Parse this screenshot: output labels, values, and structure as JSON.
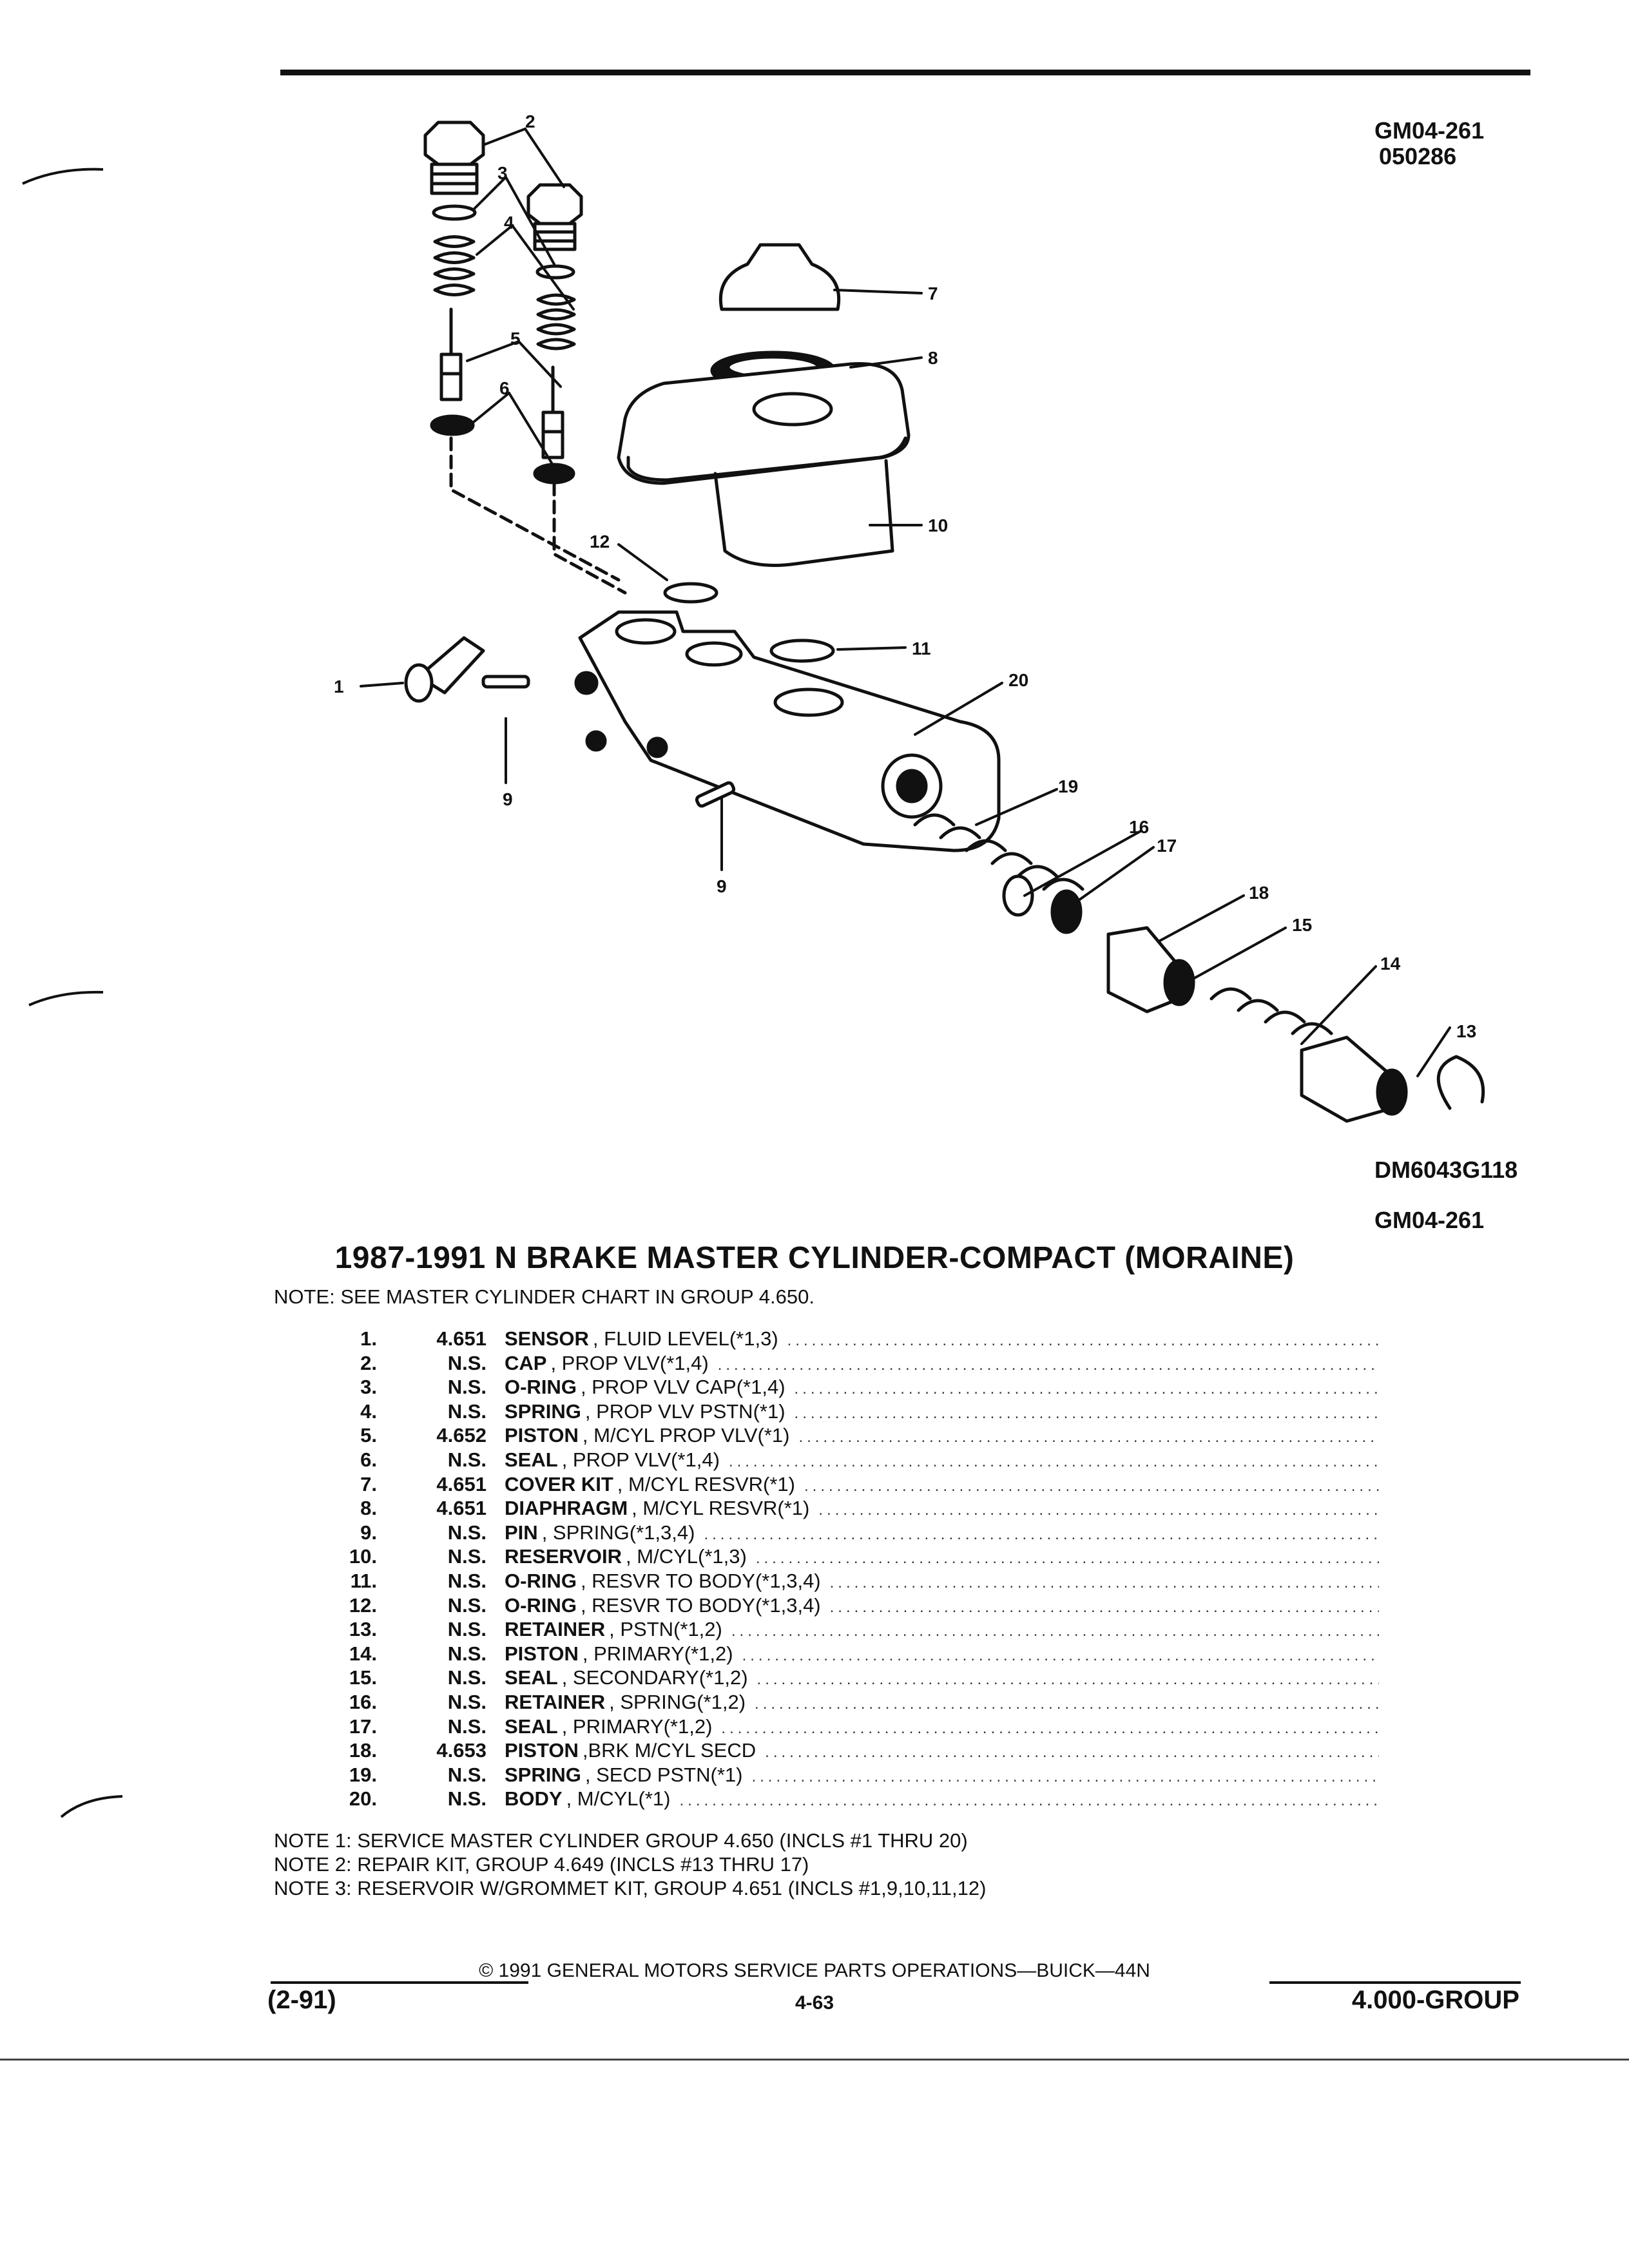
{
  "header": {
    "code_1": "GM04-261",
    "code_2": "050286"
  },
  "diagram": {
    "figure_id": "DM6043G118",
    "figure_code": "GM04-261",
    "callouts": [
      "1",
      "2",
      "3",
      "4",
      "5",
      "6",
      "7",
      "8",
      "9",
      "9",
      "10",
      "11",
      "12",
      "13",
      "14",
      "15",
      "16",
      "17",
      "18",
      "19",
      "20"
    ]
  },
  "title": "1987-1991 N BRAKE MASTER CYLINDER-COMPACT (MORAINE)",
  "top_note": "NOTE:  SEE MASTER CYLINDER CHART IN GROUP 4.650.",
  "parts": [
    {
      "num": "1.",
      "group": "4.651",
      "name": "SENSOR",
      "desc": ", FLUID LEVEL(*1,3)"
    },
    {
      "num": "2.",
      "group": "N.S.",
      "name": "CAP",
      "desc": ", PROP VLV(*1,4)"
    },
    {
      "num": "3.",
      "group": "N.S.",
      "name": "O-RING",
      "desc": ", PROP VLV CAP(*1,4)"
    },
    {
      "num": "4.",
      "group": "N.S.",
      "name": "SPRING",
      "desc": ", PROP VLV PSTN(*1)"
    },
    {
      "num": "5.",
      "group": "4.652",
      "name": "PISTON",
      "desc": ", M/CYL PROP VLV(*1)"
    },
    {
      "num": "6.",
      "group": "N.S.",
      "name": "SEAL",
      "desc": ", PROP VLV(*1,4)"
    },
    {
      "num": "7.",
      "group": "4.651",
      "name": "COVER KIT",
      "desc": ", M/CYL RESVR(*1)"
    },
    {
      "num": "8.",
      "group": "4.651",
      "name": "DIAPHRAGM",
      "desc": ", M/CYL RESVR(*1)"
    },
    {
      "num": "9.",
      "group": "N.S.",
      "name": "PIN",
      "desc": ", SPRING(*1,3,4)"
    },
    {
      "num": "10.",
      "group": "N.S.",
      "name": "RESERVOIR",
      "desc": ", M/CYL(*1,3)"
    },
    {
      "num": "11.",
      "group": "N.S.",
      "name": "O-RING",
      "desc": ", RESVR TO BODY(*1,3,4)"
    },
    {
      "num": "12.",
      "group": "N.S.",
      "name": "O-RING",
      "desc": ", RESVR TO BODY(*1,3,4)"
    },
    {
      "num": "13.",
      "group": "N.S.",
      "name": "RETAINER",
      "desc": ", PSTN(*1,2)"
    },
    {
      "num": "14.",
      "group": "N.S.",
      "name": "PISTON",
      "desc": ", PRIMARY(*1,2)"
    },
    {
      "num": "15.",
      "group": "N.S.",
      "name": "SEAL",
      "desc": ", SECONDARY(*1,2)"
    },
    {
      "num": "16.",
      "group": "N.S.",
      "name": "RETAINER",
      "desc": ", SPRING(*1,2)"
    },
    {
      "num": "17.",
      "group": "N.S.",
      "name": "SEAL",
      "desc": ", PRIMARY(*1,2)"
    },
    {
      "num": "18.",
      "group": "4.653",
      "name": "PISTON",
      "desc": ",BRK M/CYL SECD"
    },
    {
      "num": "19.",
      "group": "N.S.",
      "name": "SPRING",
      "desc": ", SECD PSTN(*1)"
    },
    {
      "num": "20.",
      "group": "N.S.",
      "name": "BODY",
      "desc": ", M/CYL(*1)"
    }
  ],
  "notes": [
    "NOTE  1:  SERVICE MASTER CYLINDER GROUP 4.650 (INCLS #1 THRU 20)",
    "NOTE  2:  REPAIR KIT, GROUP 4.649 (INCLS #13 THRU 17)",
    "NOTE  3:  RESERVOIR W/GROMMET KIT, GROUP 4.651 (INCLS #1,9,10,11,12)"
  ],
  "footer": {
    "copyright": "© 1991  GENERAL MOTORS SERVICE PARTS OPERATIONS—BUICK—44N",
    "date": "(2-91)",
    "page": "4-63",
    "group": "4.000-GROUP"
  },
  "colors": {
    "ink": "#111111",
    "paper": "#ffffff"
  }
}
